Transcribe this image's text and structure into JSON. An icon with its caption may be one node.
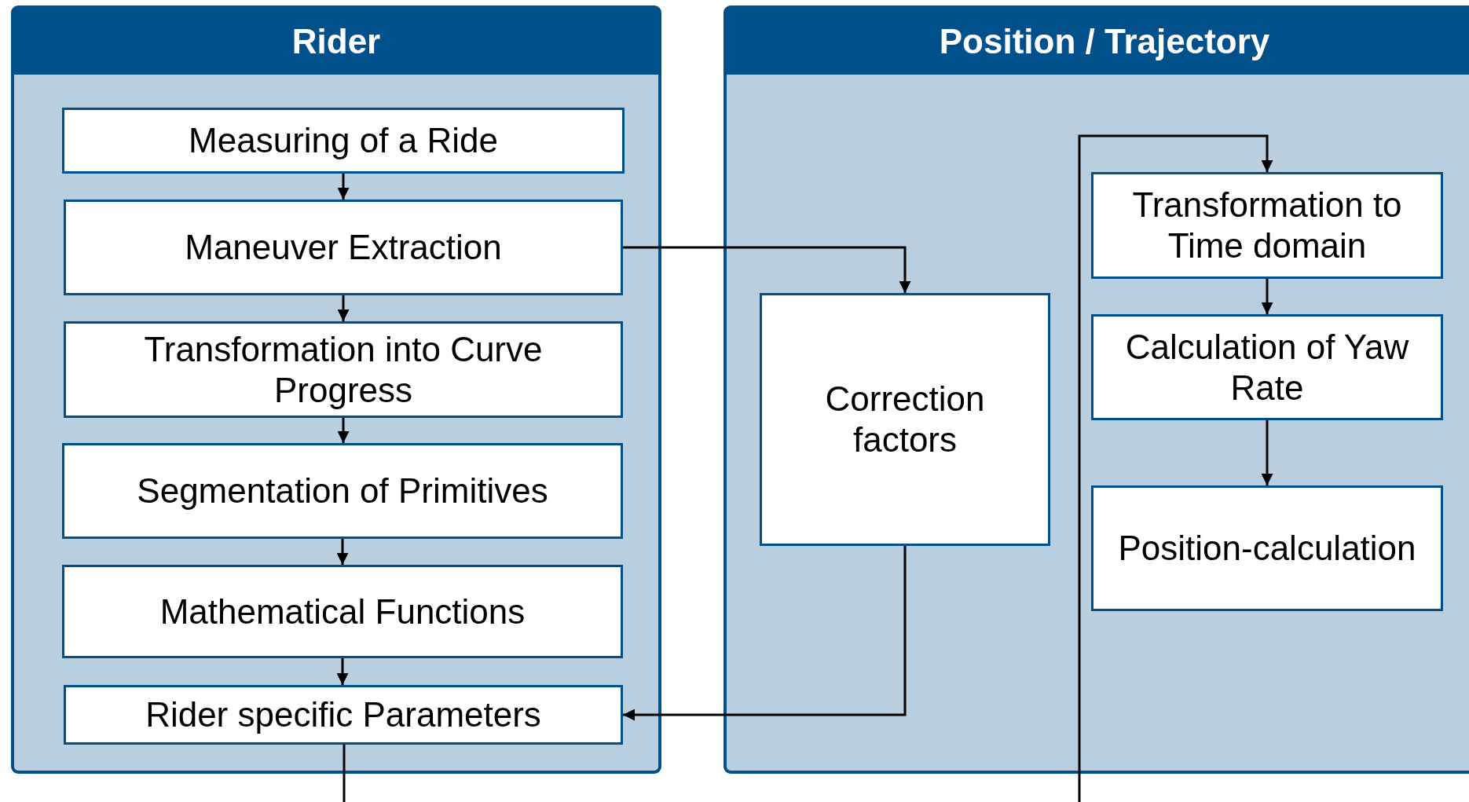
{
  "diagram": {
    "nodes": [
      {
        "text": [
          "Rider"
        ]
      },
      {
        "text": [
          "Measuring of a Ride"
        ],
        "in": 0
      },
      {
        "text": [
          "Maneuver Extraction"
        ],
        "in": 0
      },
      {
        "text": [
          "Transformation into Curve Progress"
        ],
        "in": 0
      },
      {
        "text": [
          "Segmentation of Primitives"
        ],
        "in": 0
      },
      {
        "text": [
          "Mathematical Functions"
        ],
        "in": 0
      },
      {
        "text": [
          "Rider specific Parameters"
        ],
        "in": 0
      },
      {
        "text": [
          "Position / Trajectory"
        ]
      },
      {
        "text": [
          "Correction factors"
        ],
        "in": 7
      },
      {
        "text": [
          "Transformation to Time domain"
        ],
        "in": 7
      },
      {
        "text": [
          "Calculation of Yaw Rate"
        ],
        "in": 7
      },
      {
        "text": [
          "Position-calculation"
        ],
        "in": 7
      }
    ],
    "edges": [
      {
        "from": 1,
        "to": 2,
        "arrow": "to"
      },
      {
        "from": 2,
        "to": 3,
        "arrow": "to"
      },
      {
        "from": 3,
        "to": 4,
        "arrow": "to"
      },
      {
        "from": 4,
        "to": 5,
        "arrow": "to"
      },
      {
        "from": 5,
        "to": 6,
        "arrow": "to"
      },
      {
        "from": 2,
        "to": 8,
        "arrow": "to"
      },
      {
        "from": 8,
        "to": 6,
        "arrow": "to"
      },
      {
        "from": 9,
        "to": 10,
        "arrow": "to"
      },
      {
        "from": 10,
        "to": 11,
        "arrow": "to"
      },
      {
        "from": 6,
        "to": null,
        "arrow": "none"
      },
      {
        "from": null,
        "to": 9,
        "arrow": "to"
      }
    ]
  }
}
